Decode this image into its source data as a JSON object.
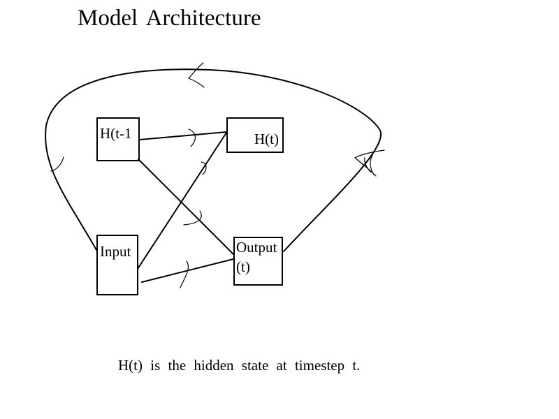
{
  "title": "Model  Architecture",
  "nodes": {
    "prev_hidden": "H(t-1",
    "hidden": "H(t)",
    "input": "Input",
    "output_line1": "Output",
    "output_line2": "(t)"
  },
  "caption": "H(t)  is  the  hidden  state  at  timestep  t.",
  "colors": {
    "ink": "#000000",
    "background": "#ffffff"
  }
}
